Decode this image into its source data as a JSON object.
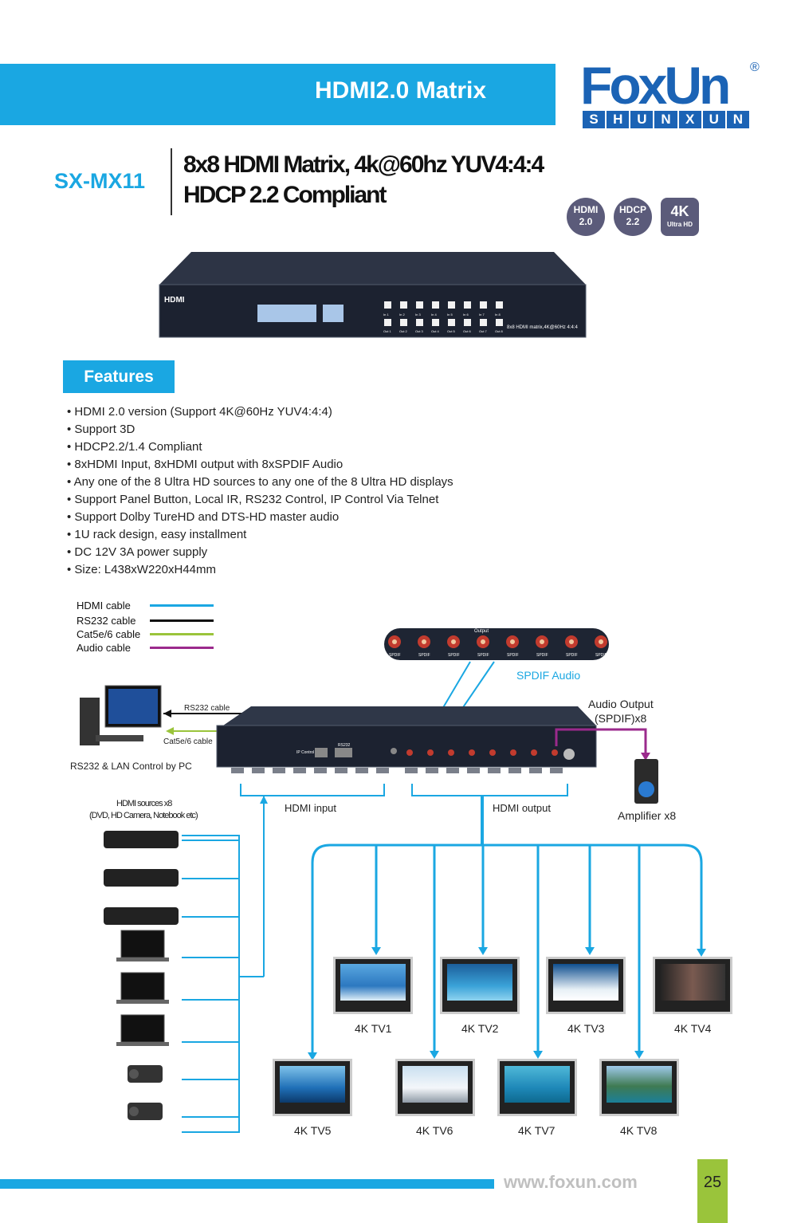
{
  "header": {
    "title": "HDMI2.0 Matrix",
    "logo_main": "FoxUn",
    "logo_reg": "®",
    "logo_sub": [
      "S",
      "H",
      "U",
      "N",
      "X",
      "U",
      "N"
    ]
  },
  "product": {
    "model": "SX-MX11",
    "headline_1": "8x8 HDMI Matrix,  4k@60hz YUV4:4:4",
    "headline_2": "HDCP 2.2 Compliant",
    "badges": [
      {
        "top": "HDMI",
        "bottom": "2.0"
      },
      {
        "top": "HDCP",
        "bottom": "2.2"
      },
      {
        "top": "4K",
        "bottom": "Ultra HD"
      }
    ],
    "front_brand": "HDMI",
    "front_model_text": "8x8 HDMI matrix,4K@60Hz 4:4:4",
    "inputs": [
      "In 1",
      "In 2",
      "In 3",
      "In 4",
      "In 5",
      "In 6",
      "In 7",
      "In 8"
    ],
    "outputs": [
      "Out 1",
      "Out 2",
      "Out 3",
      "Out 4",
      "Out 5",
      "Out 6",
      "Out 7",
      "Out 8"
    ]
  },
  "features": {
    "heading": "Features",
    "items": [
      "HDMI 2.0 version (Support 4K@60Hz YUV4:4:4)",
      "Support 3D",
      "HDCP2.2/1.4 Compliant",
      "8xHDMI Input, 8xHDMI output with 8xSPDIF Audio",
      "Any one of the 8 Ultra HD sources to any one of the 8 Ultra HD displays",
      "Support Panel Button, Local IR, RS232 Control, IP Control Via Telnet",
      "Support Dolby TureHD and DTS-HD master audio",
      "1U rack design, easy installment",
      "DC 12V 3A power supply",
      "Size: L438xW220xH44mm"
    ]
  },
  "legend": [
    {
      "label": "HDMI cable",
      "color": "#1aa7e2"
    },
    {
      "label": "RS232 cable",
      "color": "#111111"
    },
    {
      "label": "Cat5e/6 cable",
      "color": "#9ac43b"
    },
    {
      "label": "Audio cable",
      "color": "#9b2a8c"
    }
  ],
  "diagram": {
    "spdif_panel_title": "Output",
    "spdif_port": "SPDIF",
    "spdif_audio": "SPDIF Audio",
    "rs232_cable": "RS232 cable",
    "cat_cable": "Cat5e/6 cable",
    "pc_control": "RS232 & LAN Control by PC",
    "ip_control": "IP Control",
    "rs232_port": "RS232",
    "audio_output_1": "Audio Output",
    "audio_output_2": "(SPDIF)x8",
    "amplifier": "Amplifier x8",
    "sources_1": "HDMI sources x8",
    "sources_2": "(DVD, HD Camera, Notebook etc)",
    "hdmi_input": "HDMI input",
    "hdmi_output": "HDMI output",
    "tvs_top": [
      "4K TV1",
      "4K TV2",
      "4K TV3",
      "4K TV4"
    ],
    "tvs_bottom": [
      "4K TV5",
      "4K TV6",
      "4K TV7",
      "4K TV8"
    ]
  },
  "footer": {
    "website": "www.foxun.com",
    "page": "25"
  },
  "colors": {
    "accent": "#1aa7e2",
    "brand": "#1b63b5",
    "page_tab": "#9ac43b"
  }
}
